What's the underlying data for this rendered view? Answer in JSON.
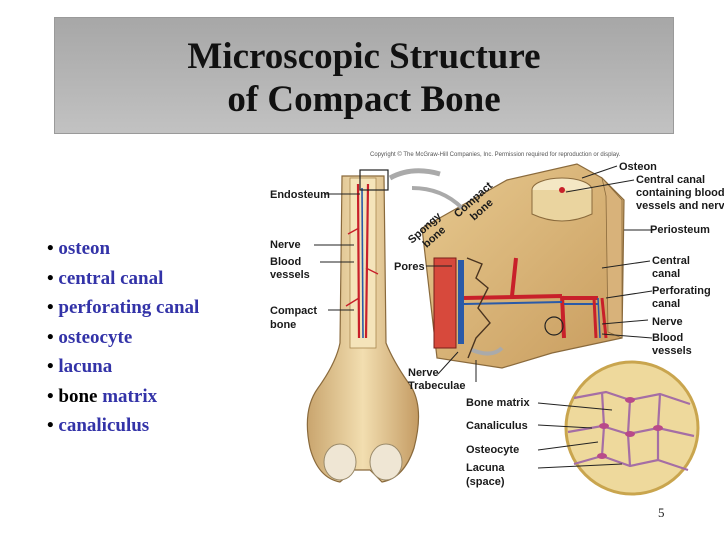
{
  "title": {
    "line1": "Microscopic Structure",
    "line2": "of Compact Bone"
  },
  "bullets": [
    {
      "prefix": "",
      "term": "osteon"
    },
    {
      "prefix": "",
      "term": "central canal"
    },
    {
      "prefix": "",
      "term": "perforating canal"
    },
    {
      "prefix": "",
      "term": "osteocyte"
    },
    {
      "prefix": "",
      "term": "lacuna"
    },
    {
      "prefix": "bone ",
      "term": "matrix"
    },
    {
      "prefix": "",
      "term": "canaliculus"
    }
  ],
  "page_number": "5",
  "figure": {
    "copyright": "Copyright © The McGraw-Hill Companies, Inc. Permission required for reproduction or display.",
    "spongy_line1": "Spongy",
    "spongy_line2": "bone",
    "compact_line1": "Compact",
    "compact_line2": "bone",
    "left_labels": {
      "endosteum": "Endosteum",
      "nerve": "Nerve",
      "blood1": "Blood",
      "blood2": "vessels",
      "compact1": "Compact",
      "compact2": "bone"
    },
    "mid_labels": {
      "pores": "Pores",
      "nerve": "Nerve",
      "trabeculae": "Trabeculae"
    },
    "right_labels": {
      "osteon": "Osteon",
      "central1": "Central canal",
      "central2": "containing blood",
      "central3": "vessels and nerves",
      "periosteum": "Periosteum",
      "cc1": "Central",
      "cc2": "canal",
      "perf1": "Perforating",
      "perf2": "canal",
      "nerve": "Nerve",
      "blood1": "Blood",
      "blood2": "vessels"
    },
    "bottom_labels": {
      "matrix": "Bone matrix",
      "canaliculus": "Canaliculus",
      "osteocyte": "Osteocyte",
      "lacuna1": "Lacuna",
      "lacuna2": "(space)"
    }
  }
}
